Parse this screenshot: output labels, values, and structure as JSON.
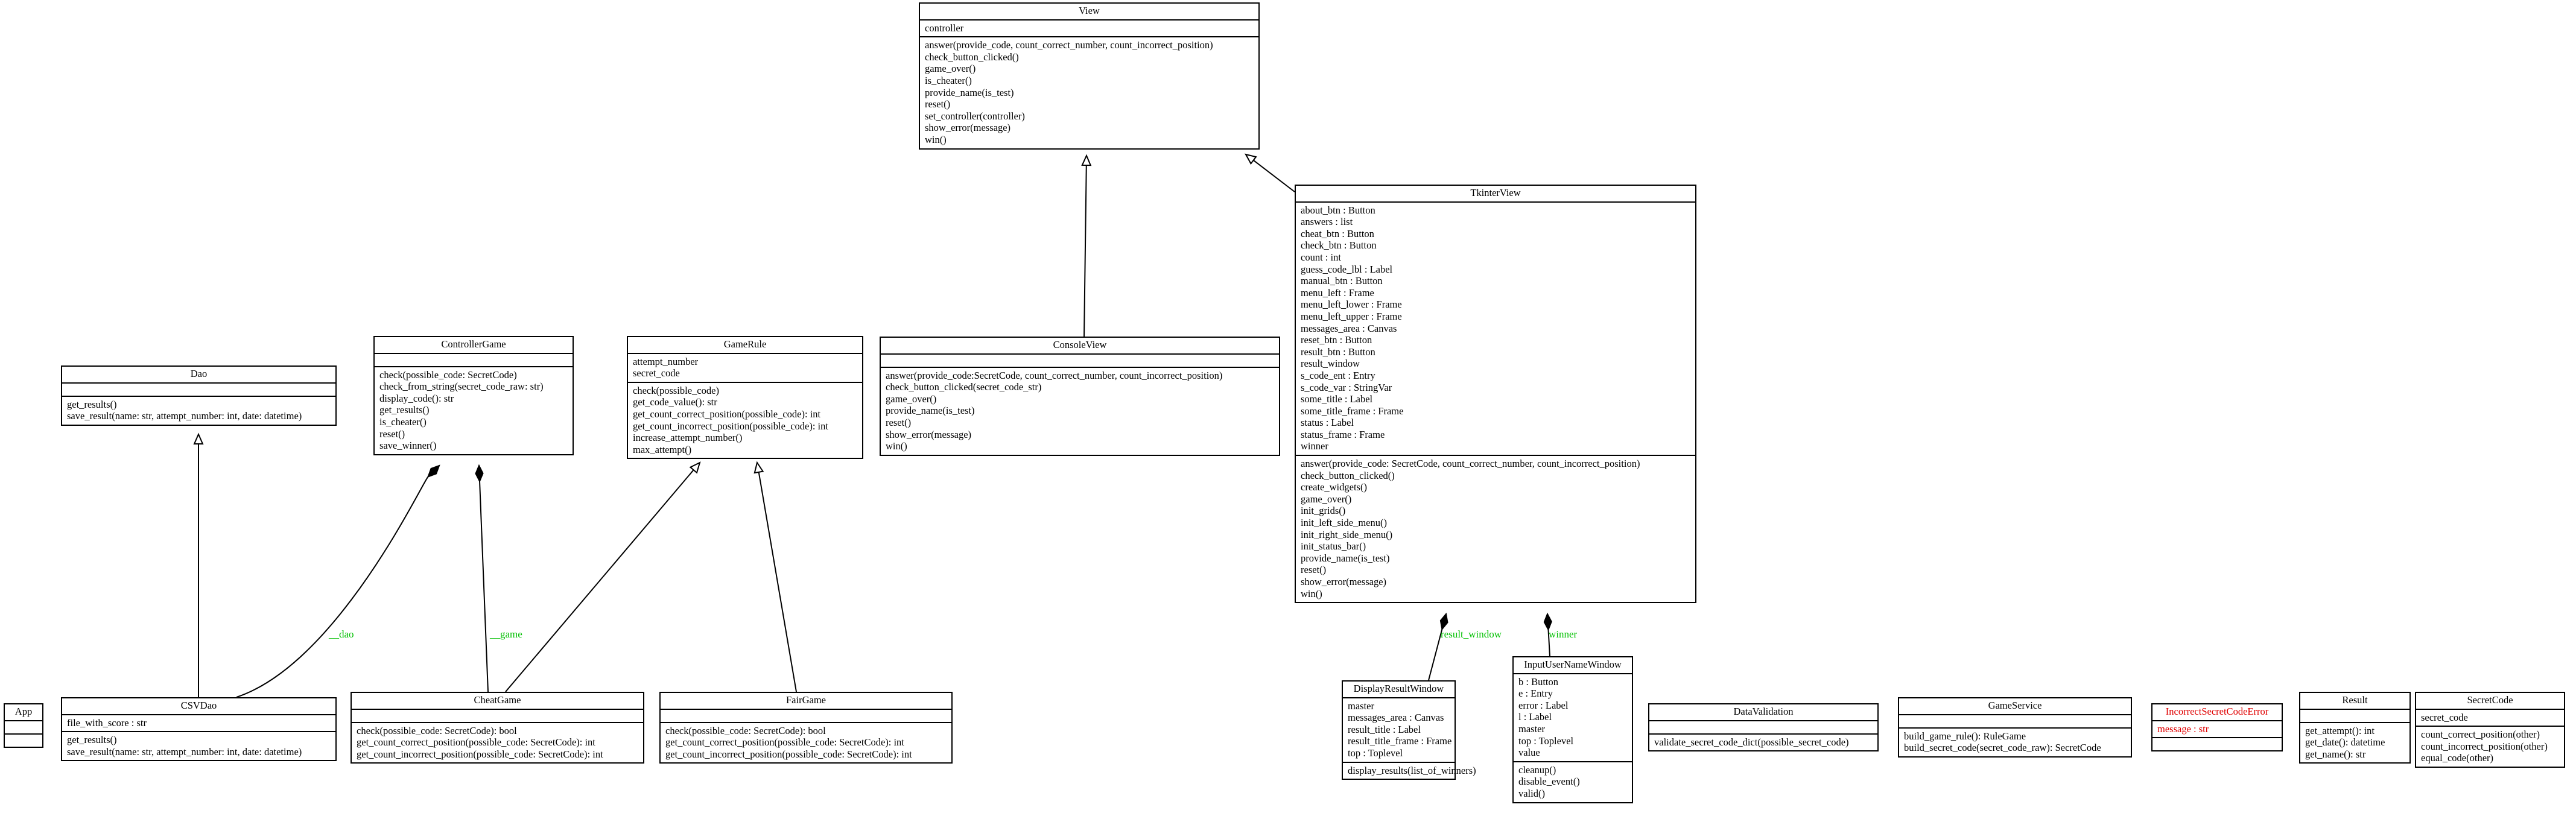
{
  "classes": [
    {
      "id": "View",
      "name": "View",
      "sections": [
        [
          "controller"
        ],
        [
          "answer(provide_code, count_correct_number, count_incorrect_position)",
          "check_button_clicked()",
          "game_over()",
          "is_cheater()",
          "provide_name(is_test)",
          "reset()",
          "set_controller(controller)",
          "show_error(message)",
          "win()"
        ]
      ]
    },
    {
      "id": "TkinterView",
      "name": "TkinterView",
      "sections": [
        [
          "about_btn : Button",
          "answers : list",
          "cheat_btn : Button",
          "check_btn : Button",
          "count : int",
          "guess_code_lbl : Label",
          "manual_btn : Button",
          "menu_left : Frame",
          "menu_left_lower : Frame",
          "menu_left_upper : Frame",
          "messages_area : Canvas",
          "reset_btn : Button",
          "result_btn : Button",
          "result_window",
          "s_code_ent : Entry",
          "s_code_var : StringVar",
          "some_title : Label",
          "some_title_frame : Frame",
          "status : Label",
          "status_frame : Frame",
          "winner"
        ],
        [
          "answer(provide_code: SecretCode, count_correct_number, count_incorrect_position)",
          "check_button_clicked()",
          "create_widgets()",
          "game_over()",
          "init_grids()",
          "init_left_side_menu()",
          "init_right_side_menu()",
          "init_status_bar()",
          "provide_name(is_test)",
          "reset()",
          "show_error(message)",
          "win()"
        ]
      ]
    },
    {
      "id": "ConsoleView",
      "name": "ConsoleView",
      "sections": [
        [],
        [
          "answer(provide_code:SecretCode, count_correct_number, count_incorrect_position)",
          "check_button_clicked(secret_code_str)",
          "game_over()",
          "provide_name(is_test)",
          "reset()",
          "show_error(message)",
          "win()"
        ]
      ]
    },
    {
      "id": "Dao",
      "name": "Dao",
      "sections": [
        [],
        [
          "get_results()",
          "save_result(name: str, attempt_number: int, date: datetime)"
        ]
      ]
    },
    {
      "id": "ControllerGame",
      "name": "ControllerGame",
      "sections": [
        [],
        [
          "check(possible_code: SecretCode)",
          "check_from_string(secret_code_raw: str)",
          "display_code(): str",
          "get_results()",
          "is_cheater()",
          "reset()",
          "save_winner()"
        ]
      ]
    },
    {
      "id": "GameRule",
      "name": "GameRule",
      "sections": [
        [
          "attempt_number",
          "secret_code"
        ],
        [
          "check(possible_code)",
          "get_code_value(): str",
          "get_count_correct_position(possible_code): int",
          "get_count_incorrect_position(possible_code): int",
          "increase_attempt_number()",
          "max_attempt()"
        ]
      ]
    },
    {
      "id": "App",
      "name": "App",
      "sections": [
        [],
        []
      ]
    },
    {
      "id": "CSVDao",
      "name": "CSVDao",
      "sections": [
        [
          "file_with_score : str"
        ],
        [
          "get_results()",
          "save_result(name: str, attempt_number: int, date: datetime)"
        ]
      ]
    },
    {
      "id": "CheatGame",
      "name": "CheatGame",
      "sections": [
        [],
        [
          "check(possible_code: SecretCode): bool",
          "get_count_correct_position(possible_code: SecretCode): int",
          "get_count_incorrect_position(possible_code: SecretCode): int"
        ]
      ]
    },
    {
      "id": "FairGame",
      "name": "FairGame",
      "sections": [
        [],
        [
          "check(possible_code: SecretCode): bool",
          "get_count_correct_position(possible_code: SecretCode): int",
          "get_count_incorrect_position(possible_code: SecretCode): int"
        ]
      ]
    },
    {
      "id": "DisplayResultWindow",
      "name": "DisplayResultWindow",
      "sections": [
        [
          "master",
          "messages_area : Canvas",
          "result_title : Label",
          "result_title_frame : Frame",
          "top : Toplevel"
        ],
        [
          "display_results(list_of_winners)"
        ]
      ]
    },
    {
      "id": "InputUserNameWindow",
      "name": "InputUserNameWindow",
      "sections": [
        [
          "b : Button",
          "e : Entry",
          "error : Label",
          "l : Label",
          "master",
          "top : Toplevel",
          "value"
        ],
        [
          "cleanup()",
          "disable_event()",
          "valid()"
        ]
      ]
    },
    {
      "id": "DataValidation",
      "name": "DataValidation",
      "sections": [
        [],
        [
          "validate_secret_code_dict(possible_secret_code)"
        ]
      ]
    },
    {
      "id": "GameService",
      "name": "GameService",
      "sections": [
        [],
        [
          "build_game_rule(): RuleGame",
          "build_secret_code(secret_code_raw): SecretCode"
        ]
      ]
    },
    {
      "id": "IncorrectSecretCodeError",
      "name": "IncorrectSecretCodeError",
      "red": true,
      "sections": [
        [
          "message : str"
        ],
        []
      ]
    },
    {
      "id": "Result",
      "name": "Result",
      "sections": [
        [],
        [
          "get_attempt(): int",
          "get_date(): datetime",
          "get_name(): str"
        ]
      ]
    },
    {
      "id": "SecretCode",
      "name": "SecretCode",
      "sections": [
        [
          "secret_code"
        ],
        [
          "count_correct_position(other)",
          "count_incorrect_position(other)",
          "equal_code(other)"
        ]
      ]
    }
  ],
  "relations": [
    {
      "type": "inheritance",
      "from": "ConsoleView",
      "to": "View"
    },
    {
      "type": "inheritance",
      "from": "TkinterView",
      "to": "View"
    },
    {
      "type": "inheritance",
      "from": "CSVDao",
      "to": "Dao"
    },
    {
      "type": "inheritance",
      "from": "CheatGame",
      "to": "GameRule"
    },
    {
      "type": "inheritance",
      "from": "FairGame",
      "to": "GameRule"
    },
    {
      "type": "composition",
      "from": "CSVDao",
      "to": "ControllerGame",
      "label": "__dao"
    },
    {
      "type": "composition",
      "from": "CheatGame",
      "to": "ControllerGame",
      "label": "__game"
    },
    {
      "type": "composition",
      "from": "DisplayResultWindow",
      "to": "TkinterView",
      "label": "result_window"
    },
    {
      "type": "composition",
      "from": "InputUserNameWindow",
      "to": "TkinterView",
      "label": "winner"
    }
  ],
  "colors": {
    "line": "#000000",
    "label": "#00c000",
    "error_class": "#e00000"
  }
}
